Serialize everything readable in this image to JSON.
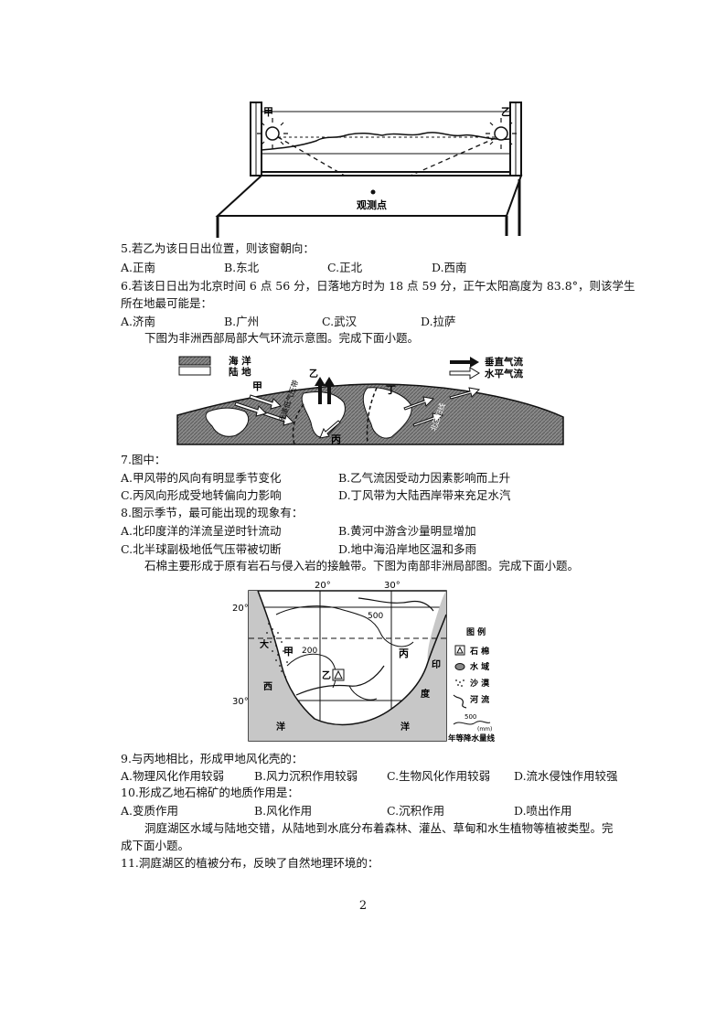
{
  "figure1": {
    "label_jia": "甲",
    "label_yi": "乙",
    "label_point": "观测点"
  },
  "q5": {
    "stem": "5.若乙为该日日出位置，则该窗朝向：",
    "options": [
      "A.正南",
      "B.东北",
      "C.正北",
      "D.西南"
    ]
  },
  "q6": {
    "stem_line1": "6.若该日日出为北京时间 6 点 56 分，日落地方时为 18 点 59 分，正午太阳高度为 83.8°，则该学生",
    "stem_line2": "所在地最可能是：",
    "options": [
      "A.济南",
      "B.广州",
      "C.武汉",
      "D.拉萨"
    ]
  },
  "intro1": "下图为非洲西部局部大气环流示意图。完成下面小题。",
  "figure2": {
    "legend_ocean": "海 洋",
    "legend_land": "陆 地",
    "legend_vertical": "垂直气流",
    "legend_horizontal": "水平气流",
    "label_jia": "甲",
    "label_yi": "乙",
    "label_bing": "丙",
    "label_ding": "丁",
    "label_itcz": "赤道低气压带",
    "label_front": "北回归线"
  },
  "q7": {
    "stem": "7.图中：",
    "options": [
      "A.甲风带的风向有明显季节变化",
      "B.乙气流因受动力因素影响而上升",
      "C.丙风向形成受地转偏向力影响",
      "D.丁风带为大陆西岸带来充足水汽"
    ]
  },
  "q8": {
    "stem": "8.图示季节，最可能出现的现象有：",
    "options": [
      "A.北印度洋的洋流呈逆时针流动",
      "B.黄河中游含沙量明显增加",
      "C.北半球副极地低气压带被切断",
      "D.地中海沿岸地区温和多雨"
    ]
  },
  "intro2": "石棉主要形成于原有岩石与侵入岩的接触带。下图为南部非洲局部图。完成下面小题。",
  "figure3": {
    "lon_20": "20°",
    "lon_30": "30°",
    "lat_20": "20°",
    "lat_30": "30°",
    "iso_500": "500",
    "iso_200": "200",
    "label_jia": "甲",
    "label_yi": "乙",
    "label_bing": "丙",
    "ocean_left_1": "大",
    "ocean_left_2": "西",
    "ocean_left_3": "洋",
    "ocean_right_1": "印",
    "ocean_right_2": "度",
    "ocean_right_3": "洋",
    "legend_title": "图 例",
    "legend_asbestos": "石 棉",
    "legend_water": "水 域",
    "legend_desert": "沙 漠",
    "legend_river": "河 流",
    "legend_iso_value": "500",
    "legend_iso_unit": "(mm)",
    "legend_isoline": "年等降水量线"
  },
  "q9": {
    "stem": "9.与丙地相比，形成甲地风化壳的：",
    "options": [
      "A.物理风化作用较弱",
      "B.风力沉积作用较弱",
      "C.生物风化作用较弱",
      "D.流水侵蚀作用较强"
    ]
  },
  "q10": {
    "stem": "10.形成乙地石棉矿的地质作用是：",
    "options": [
      "A.变质作用",
      "B.风化作用",
      "C.沉积作用",
      "D.喷出作用"
    ]
  },
  "intro3_line1": "洞庭湖区水域与陆地交错，从陆地到水底分布着森林、灌丛、草甸和水生植物等植被类型。完",
  "intro3_line2": "成下面小题。",
  "q11": {
    "stem": "11.洞庭湖区的植被分布，反映了自然地理环境的："
  },
  "page_number": "2"
}
